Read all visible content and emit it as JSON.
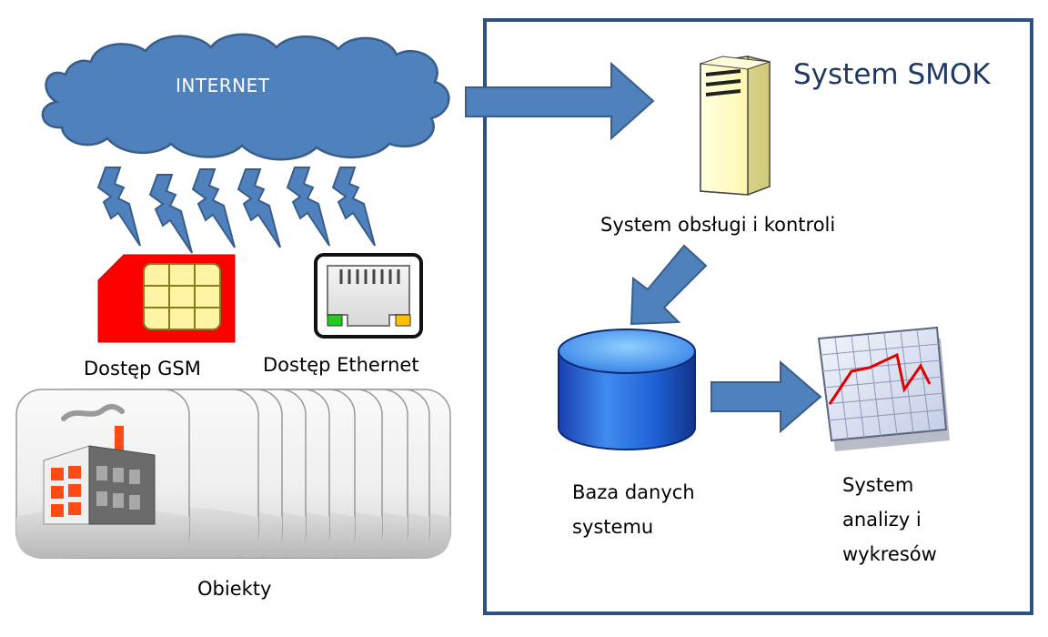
{
  "cloud_label": "INTERNET",
  "system_title": "System SMOK",
  "server_label": "System obsługi i kontroli",
  "database_label": "Baza danych\nsystemu",
  "analysis_label": "System\nanalizy i\nwykresów",
  "gsm_label": "Dostęp GSM",
  "ethernet_label": "Dostęp Ethernet",
  "objects_label": "Obiekty",
  "colors": {
    "arrow_fill": "#4f81bd",
    "arrow_stroke": "#385d8a",
    "frame": "#2e4f84",
    "title_text": "#1f3864",
    "sim_red": "#ff0000",
    "chip_fill": "#fff3a6",
    "server_fill": "#ffffcc",
    "database_fill": "#1f62d6",
    "chart_line": "#e00000",
    "factory_window": "#ff4a14"
  },
  "object_tile_count": 10
}
